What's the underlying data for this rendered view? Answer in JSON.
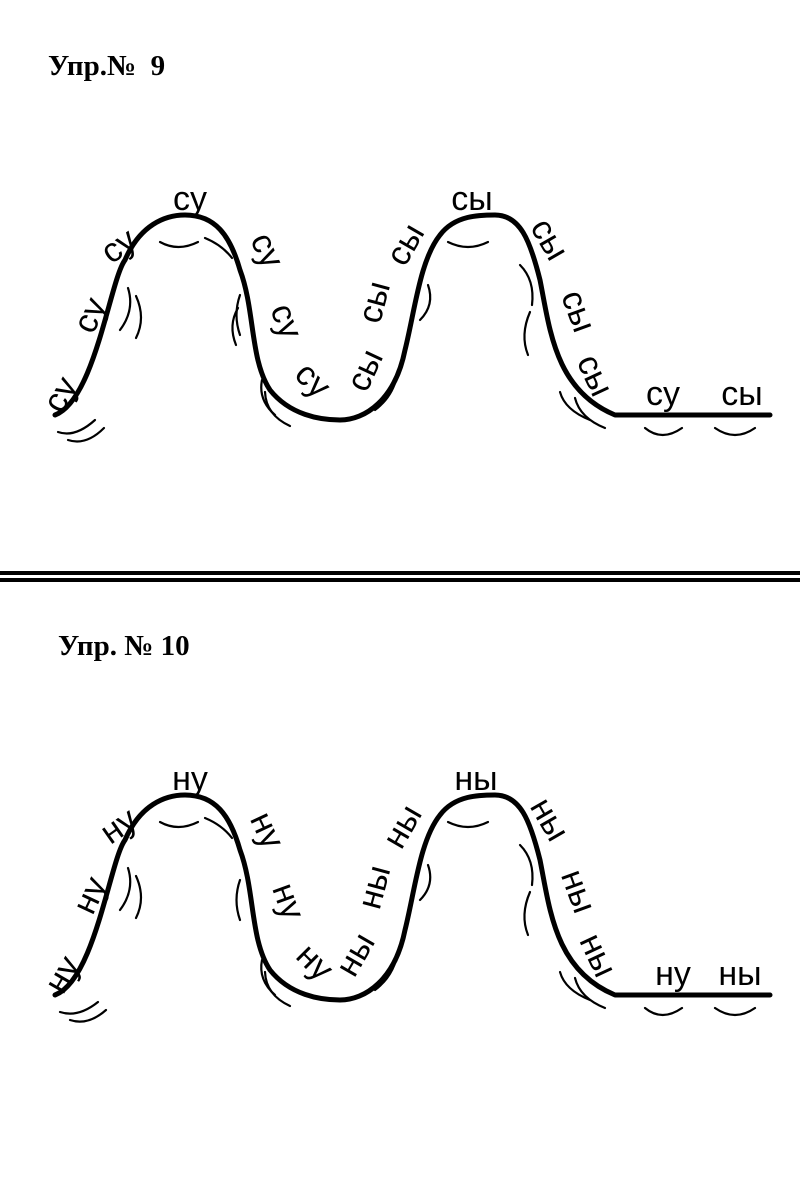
{
  "exercises": [
    {
      "title": "Упр.№  9",
      "syllables": [
        "су",
        "су",
        "су",
        "су",
        "су",
        "су",
        "су",
        "сы",
        "сы",
        "сы",
        "сы",
        "сы",
        "сы",
        "сы",
        "су",
        "сы"
      ]
    },
    {
      "title": "Упр. № 10",
      "syllables": [
        "ну",
        "ну",
        "ну",
        "ну",
        "ну",
        "ну",
        "ну",
        "ны",
        "ны",
        "ны",
        "ны",
        "ны",
        "ны",
        "ны",
        "ну",
        "ны"
      ]
    }
  ]
}
